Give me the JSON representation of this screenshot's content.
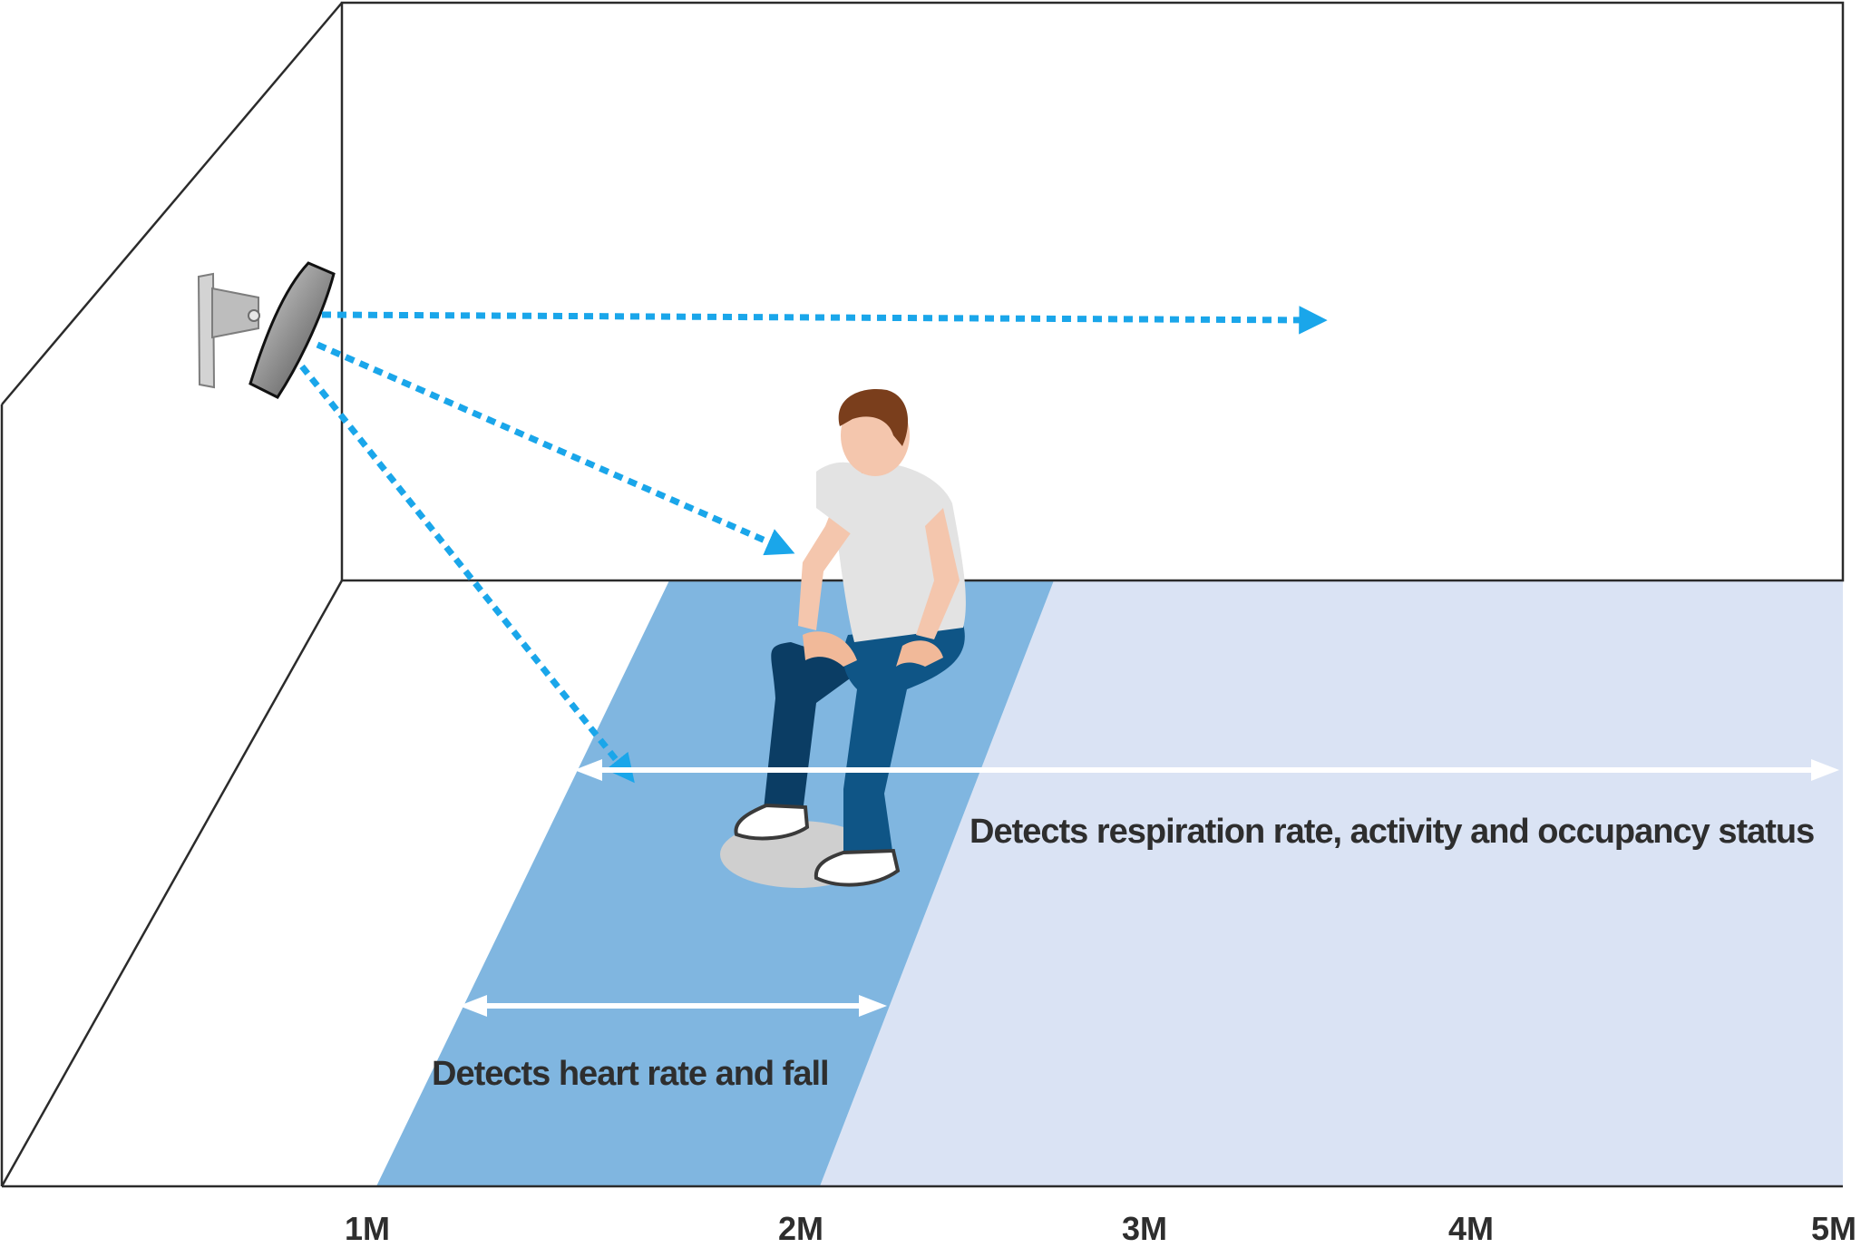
{
  "labels": {
    "wide_zone": "Detects respiration rate, activity and occupancy status",
    "near_zone": "Detects heart rate and fall"
  },
  "distance_ticks": [
    "1M",
    "2M",
    "3M",
    "4M",
    "5M"
  ],
  "colors": {
    "near_zone_fill": "#80b6e0",
    "wide_zone_fill": "#dae3f4",
    "beam_arrow": "#1aa6ea",
    "range_arrow": "#ffffff",
    "room_lines": "#2b2b2b"
  },
  "icons": [
    "radar-sensor-icon",
    "seated-person-icon"
  ]
}
